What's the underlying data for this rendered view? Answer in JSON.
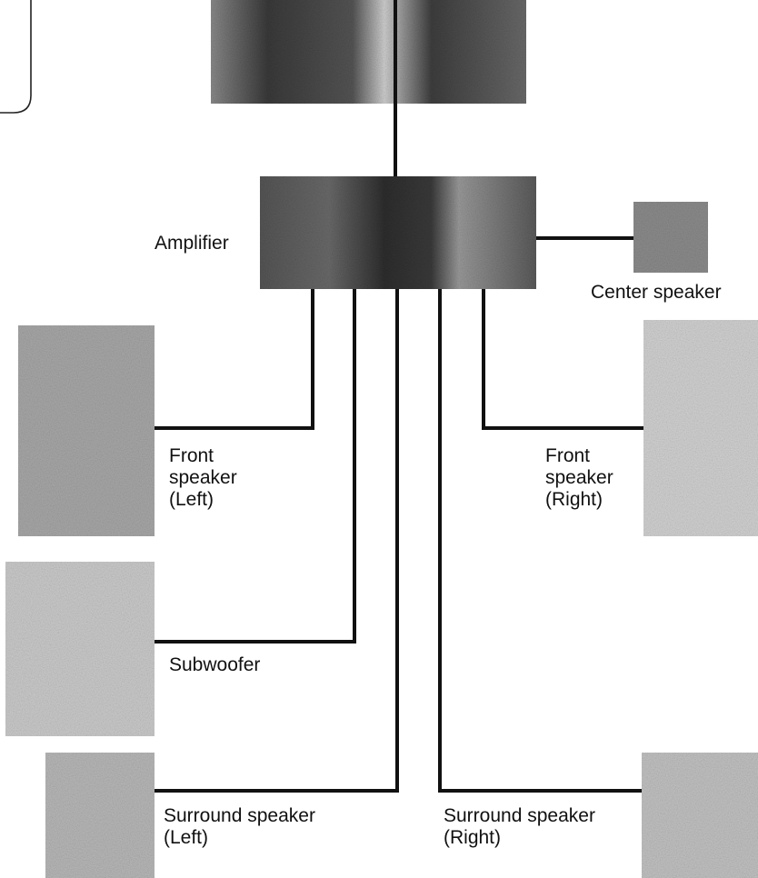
{
  "diagram": {
    "colors": {
      "line": "#111111",
      "device_dark": "#3a3a3a",
      "device_mid": "#7a7a7a",
      "speaker_light": "#c4c4c4",
      "background": "#ffffff"
    },
    "components": {
      "amplifier": "Amplifier",
      "center_speaker": "Center speaker",
      "front_left": "Front\nspeaker\n(Left)",
      "front_right": "Front\nspeaker\n(Right)",
      "subwoofer": "Subwoofer",
      "surround_left": "Surround speaker\n(Left)",
      "surround_right": "Surround speaker\n(Right)"
    }
  }
}
